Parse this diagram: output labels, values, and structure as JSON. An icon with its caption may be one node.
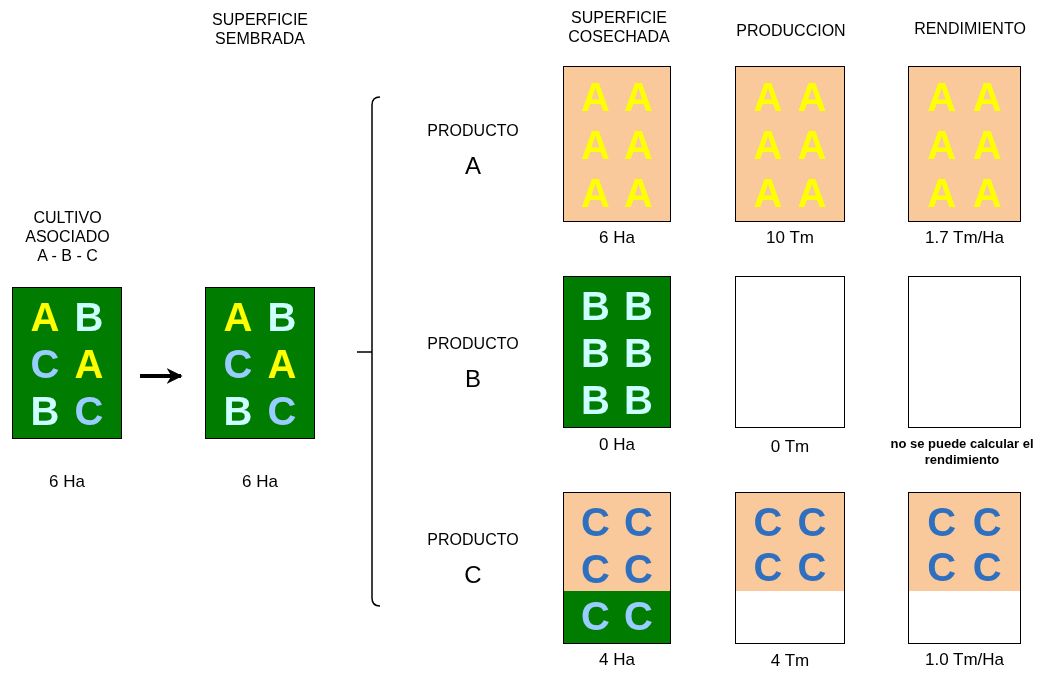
{
  "diagram": {
    "nodes": [
      {
        "text": [
          "A",
          "B",
          "C",
          "A",
          "B",
          "C"
        ],
        "beside": [
          "CULTIVO ASOCIADO A - B - C",
          "6 Ha"
        ]
      },
      {
        "text": [
          "A",
          "B",
          "C",
          "A",
          "B",
          "C"
        ],
        "beside": [
          "6 Ha"
        ]
      },
      {
        "text": [
          "A",
          "A",
          "A",
          "A",
          "A",
          "A"
        ],
        "beside": [
          "6 Ha"
        ]
      },
      {
        "text": [
          "A",
          "A",
          "A",
          "A",
          "A",
          "A"
        ],
        "beside": [
          "10 Tm"
        ]
      },
      {
        "text": [
          "A",
          "A",
          "A",
          "A",
          "A",
          "A"
        ],
        "beside": [
          "1.7 Tm/Ha"
        ]
      },
      {
        "text": [
          "B",
          "B",
          "B",
          "B",
          "B",
          "B"
        ],
        "beside": [
          "0 Ha"
        ]
      },
      {
        "text": [],
        "shape": "box",
        "beside": [
          "0 Tm"
        ]
      },
      {
        "text": [],
        "shape": "box",
        "beside": [
          "no se puede calcular el rendimiento"
        ]
      },
      {
        "text": [
          "C",
          "C",
          "C",
          "C",
          "C",
          "C"
        ],
        "beside": [
          "4 Ha"
        ]
      },
      {
        "text": [
          "C",
          "C",
          "C",
          "C"
        ],
        "beside": [
          "4 Tm"
        ]
      },
      {
        "text": [
          "C",
          "C",
          "C",
          "C"
        ],
        "beside": [
          "1.0 Tm/Ha"
        ]
      }
    ],
    "edges": [
      {
        "from": 0,
        "to": 1,
        "arrow": "to"
      }
    ],
    "labels": [
      "SUPERFICIE SEMBRADA",
      "SUPERFICIE COSECHADA",
      "PRODUCCION",
      "RENDIMIENTO",
      "PRODUCTO",
      "A",
      "PRODUCTO",
      "B",
      "PRODUCTO",
      "C"
    ]
  }
}
